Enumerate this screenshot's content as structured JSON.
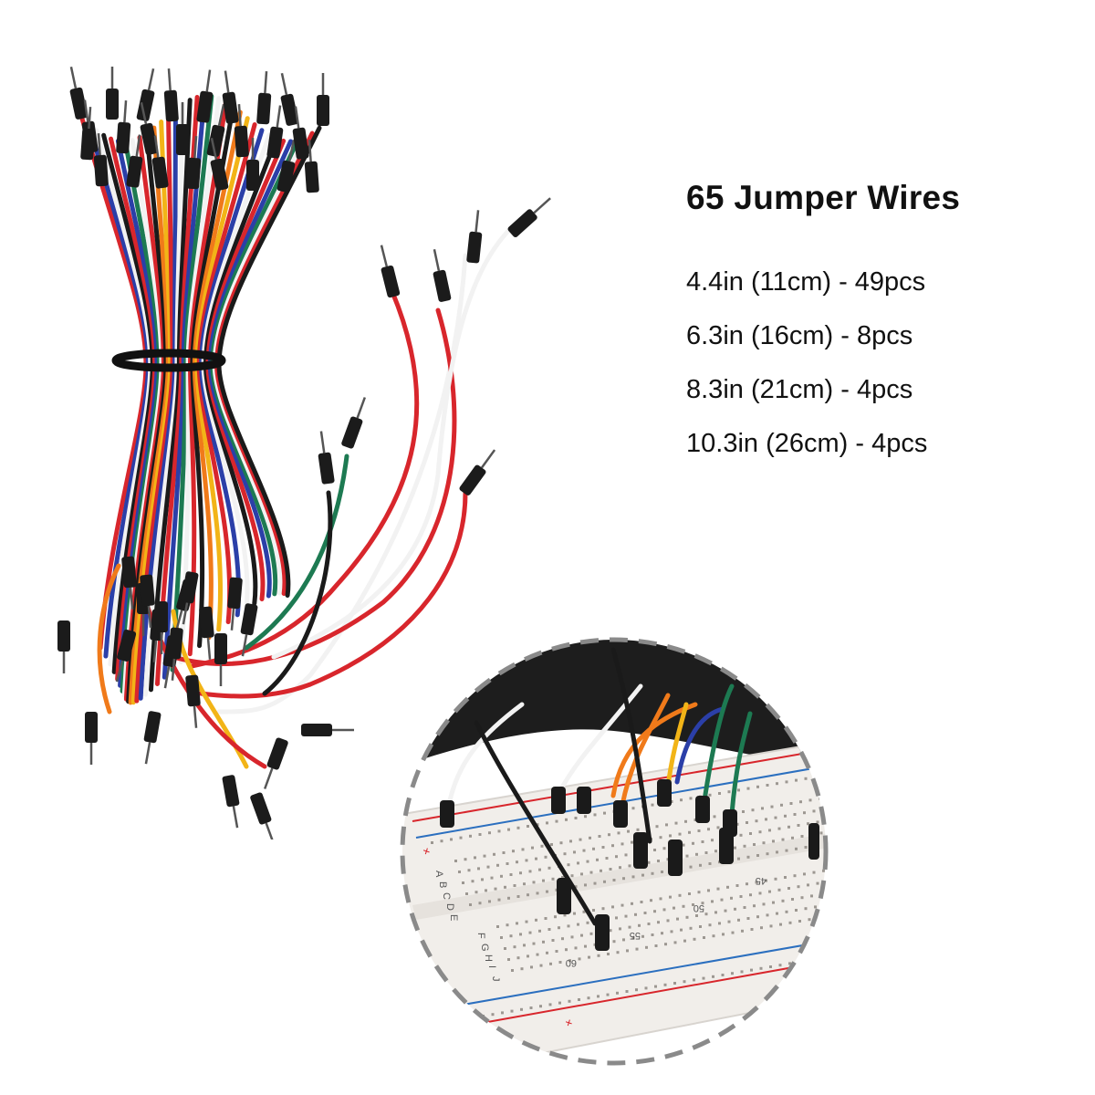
{
  "product": {
    "title": "65 Jumper Wires",
    "specs": [
      "4.4in (11cm) - 49pcs",
      "6.3in (16cm) - 8pcs",
      "8.3in (21cm) - 4pcs",
      "10.3in (26cm) - 4pcs"
    ]
  },
  "breadboard": {
    "row_letters_top": [
      "A",
      "B",
      "C",
      "D",
      "E"
    ],
    "row_letters_bottom": [
      "F",
      "G",
      "H",
      "I",
      "J"
    ],
    "column_numbers": [
      "45",
      "50",
      "55",
      "60"
    ],
    "plus_sign": "+"
  },
  "colors": {
    "red": "#d8262c",
    "blue": "#2b3fa8",
    "green": "#1d7a52",
    "white": "#f2f2f2",
    "black": "#1a1a1a",
    "orange": "#f07a1a",
    "yellow": "#f2b417",
    "dashed_border": "#8a8a8a"
  },
  "icons": [
    "jumper-wire-bundle-photo",
    "breadboard-closeup-photo"
  ]
}
